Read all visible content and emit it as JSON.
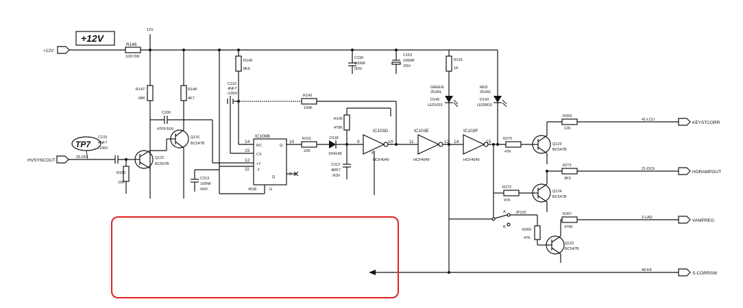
{
  "supply": {
    "main": "+12V",
    "box": "+12V",
    "rail": "12V"
  },
  "connectors": {
    "in_hvsync": "HVSYNCOUT",
    "in_hvsync_pin": "25-DD",
    "out_keystcorr": "KEYSTCORR",
    "out_keystcorr_pin": "41-LCU",
    "out_horampout": "HORAMPOUT",
    "out_horampout_pin": "21-DC6",
    "out_vampreg": "VAMPREG",
    "out_vampreg_pin": "2-LAD",
    "out_scorrsw": "S-CORRSW",
    "out_scorrsw_pin": "48-E8"
  },
  "testpoint": "TP7",
  "resistors": {
    "r146": {
      "ref": "R146",
      "val": "10/0.5W"
    },
    "r147": {
      "ref": "R147",
      "val": "68K"
    },
    "r148": {
      "ref": "R148",
      "val": "4K7"
    },
    "r149": {
      "ref": "R149",
      "val": "8K5"
    },
    "r143": {
      "ref": "R143",
      "val": "150K"
    },
    "r145": {
      "ref": "R145",
      "val": "470K"
    },
    "r101": {
      "ref": "R101",
      "val": "22K"
    },
    "r150": {
      "ref": "R150",
      "val": "10K"
    },
    "r115": {
      "ref": "R115",
      "val": "1K"
    },
    "r269": {
      "ref": "R269",
      "val": "12K"
    },
    "r270": {
      "ref": "R270",
      "val": "47K"
    },
    "r271": {
      "ref": "R271",
      "val": "3K9"
    },
    "r272": {
      "ref": "R272",
      "val": "47K"
    },
    "r267": {
      "ref": "R267",
      "val": "470K"
    },
    "r266": {
      "ref": "R266",
      "val": "47K"
    }
  },
  "capacitors": {
    "c200": {
      "ref": "C200",
      "val": "47PF/50V"
    },
    "c210": {
      "ref": "C210",
      "val1": "4NF7",
      "val2": "/100V"
    },
    "c133": {
      "ref": "C133",
      "val1": "4NF7",
      "val2": "/100V"
    },
    "c213": {
      "ref": "C213",
      "val1": "100NF",
      "val2": "/50V"
    },
    "c190": {
      "ref": "C190",
      "val1": "100NF",
      "val2": "/50V"
    },
    "c153": {
      "ref": "C153",
      "val1": "100MF",
      "val2": "/25V"
    },
    "c212": {
      "ref": "C212",
      "val1": "4MF7",
      "val2": "/63V"
    }
  },
  "transistors": {
    "q121": {
      "ref": "Q121",
      "val": "BC557B"
    },
    "q131": {
      "ref": "Q131",
      "val": "BC547B"
    },
    "q123": {
      "ref": "Q123",
      "val": "BC547B"
    },
    "q124": {
      "ref": "Q124",
      "val": "BC547B"
    },
    "q122": {
      "ref": "Q122",
      "val": "BC547B"
    }
  },
  "diodes": {
    "d118": {
      "ref": "D118",
      "val": "1N4148"
    },
    "d146": {
      "ref": "D146",
      "val": "LEDVD3",
      "color": "GREEN",
      "rating": "25XRL"
    },
    "d143": {
      "ref": "D143",
      "val": "LEDRD3",
      "color": "RED",
      "rating": "25XRL"
    }
  },
  "ics": {
    "ic106": {
      "ref": "IC106B",
      "part": "4538",
      "rc": "RC",
      "cx": "CX",
      "tp": "+T",
      "tm": "-T",
      "q": "Q",
      "qb": "Q",
      "g": "G",
      "p14": "14",
      "p15": "15",
      "p12": "12",
      "p11": "11",
      "p10": "10",
      "p9": "9"
    },
    "ic103d": {
      "ref": "IC103D",
      "part": "HCF4049",
      "in": "9",
      "out": "10",
      "sub": "8"
    },
    "ic103e": {
      "ref": "IC103E",
      "part": "HCF4049",
      "in": "11",
      "out": "12"
    },
    "ic103f": {
      "ref": "IC103F",
      "part": "HCF4049",
      "in": "14",
      "out": "15"
    }
  },
  "jumper": {
    "ref": "JP102",
    "a": "A",
    "b": "B"
  },
  "highlight_color": "#e02020"
}
